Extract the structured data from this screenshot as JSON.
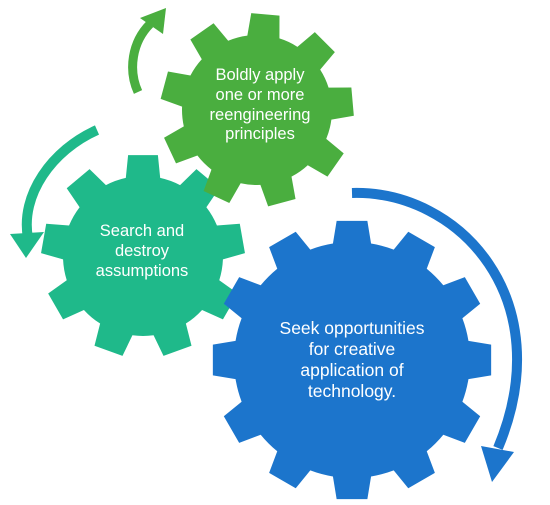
{
  "diagram": {
    "colors": {
      "gear_top": "#4aae3f",
      "gear_left": "#1fb98a",
      "gear_large": "#1c75cc",
      "arrow_top": "#4aae3f",
      "arrow_left": "#1fb98a",
      "arrow_right": "#1c75cc",
      "text": "#ffffff",
      "background": "#ffffff"
    },
    "gears": [
      {
        "id": "apply",
        "label": "Boldly apply\none or more\nreengineering\nprinciples"
      },
      {
        "id": "search",
        "label": "Search and\ndestroy\nassumptions"
      },
      {
        "id": "seek",
        "label": "Seek opportunities\nfor creative\napplication of\ntechnology."
      }
    ],
    "arrows": [
      {
        "id": "top",
        "icon": "curved-arrow-up-icon"
      },
      {
        "id": "left",
        "icon": "curved-arrow-down-icon"
      },
      {
        "id": "right",
        "icon": "curved-arrow-down-icon"
      }
    ]
  }
}
